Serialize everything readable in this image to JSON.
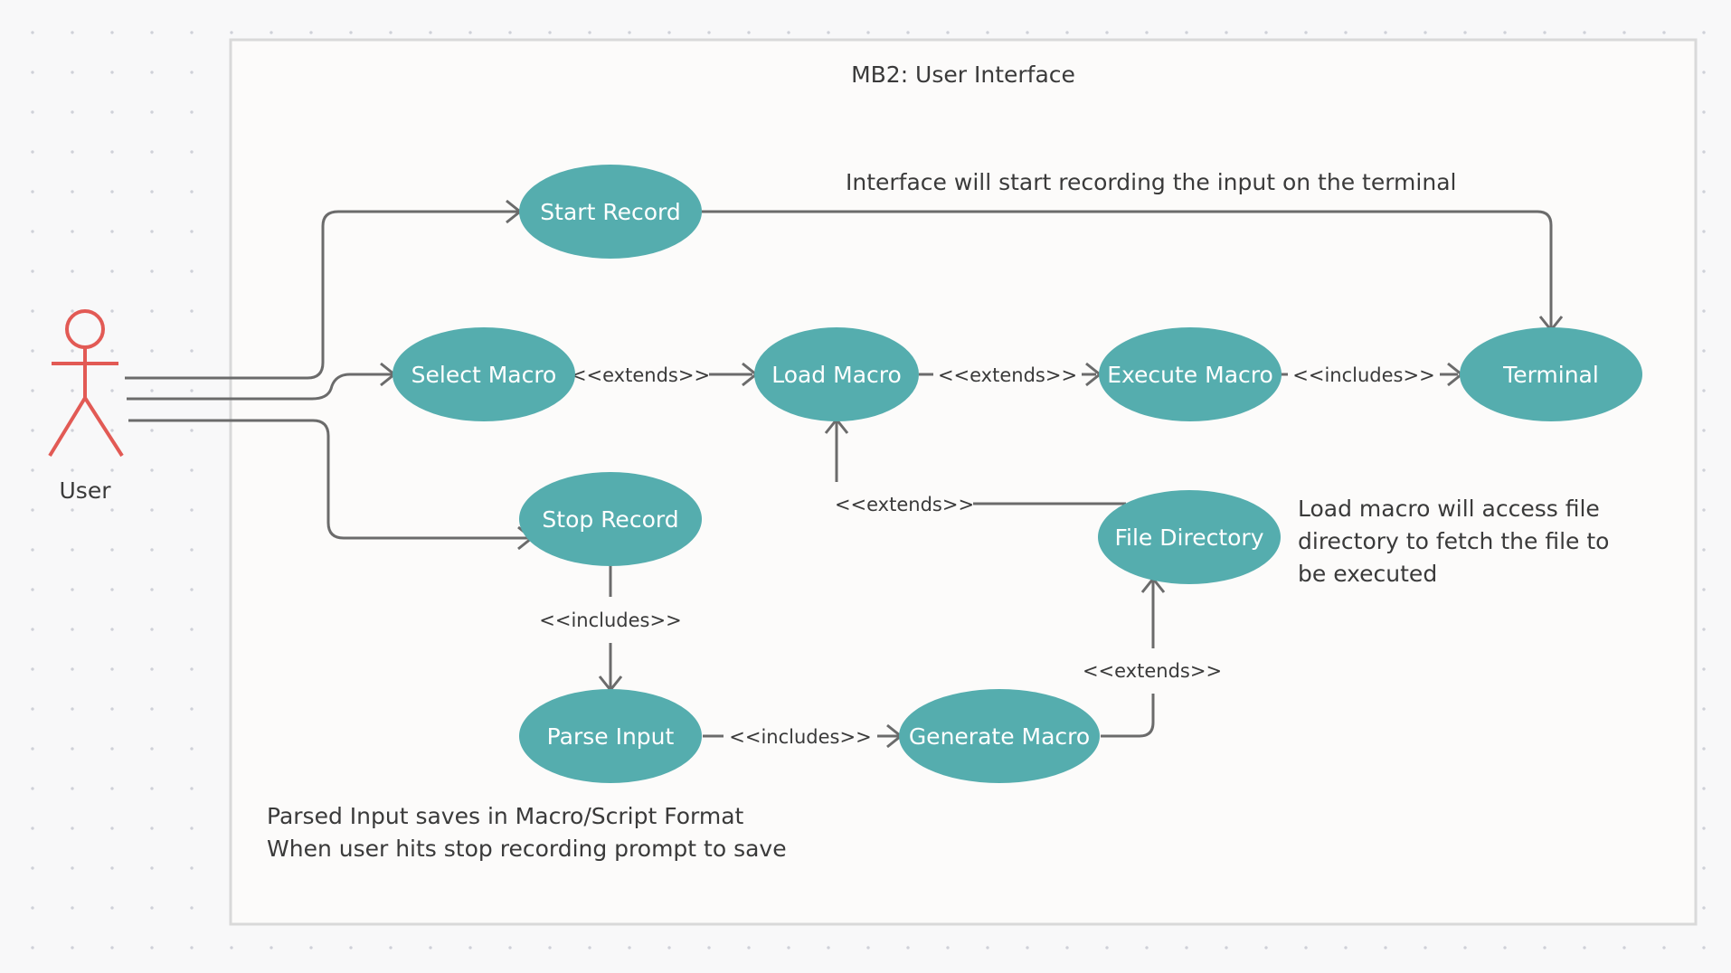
{
  "diagram": {
    "title": "MB2: User Interface",
    "actor": {
      "label": "User",
      "color": "#e25a55"
    },
    "use_case_color": "#55adae",
    "use_cases": {
      "start_record": "Start Record",
      "select_macro": "Select Macro",
      "load_macro": "Load Macro",
      "execute_macro": "Execute Macro",
      "terminal": "Terminal",
      "stop_record": "Stop Record",
      "file_directory": "File Directory",
      "parse_input": "Parse Input",
      "generate_macro": "Generate Macro"
    },
    "relations": {
      "select_load": "<<extends>>",
      "load_execute": "<<extends>>",
      "execute_terminal": "<<includes>>",
      "filedir_load": "<<extends>>",
      "stop_parse": "<<includes>>",
      "parse_generate": "<<includes>>",
      "generate_filedir": "<<extends>>"
    },
    "notes": {
      "start_record_note": "Interface will start recording the input on the terminal",
      "file_directory_note": [
        "Load macro will access file",
        "directory to fetch the file to",
        "be executed"
      ],
      "parse_note": [
        "Parsed Input saves in Macro/Script Format",
        "When user hits stop recording prompt to save"
      ]
    }
  }
}
